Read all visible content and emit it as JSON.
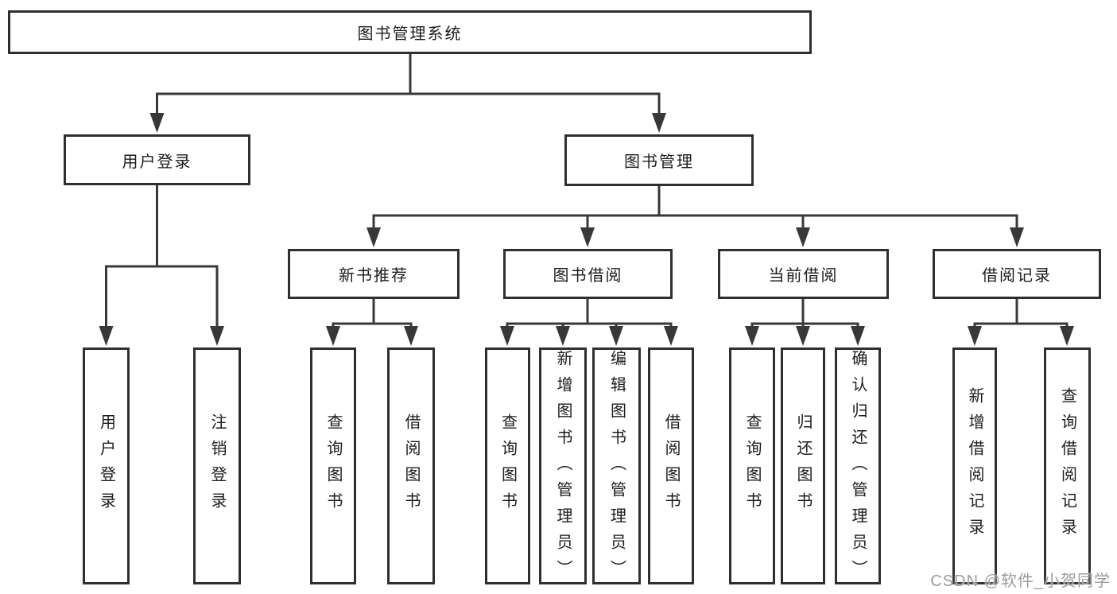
{
  "diagram": {
    "type": "function-structure-tree",
    "title": "图书管理系统",
    "watermark": "CSDN @软件_小贺同学"
  },
  "tree": {
    "label": "图书管理系统",
    "children": [
      {
        "label": "用户登录",
        "children": [
          {
            "label": "用户登录"
          },
          {
            "label": "注销登录"
          }
        ]
      },
      {
        "label": "图书管理",
        "children": [
          {
            "label": "新书推荐",
            "children": [
              {
                "label": "查询图书"
              },
              {
                "label": "借阅图书"
              }
            ]
          },
          {
            "label": "图书借阅",
            "children": [
              {
                "label": "查询图书"
              },
              {
                "label": "新增图书（管理员）"
              },
              {
                "label": "编辑图书（管理员）"
              },
              {
                "label": "借阅图书"
              }
            ]
          },
          {
            "label": "当前借阅",
            "children": [
              {
                "label": "查询图书"
              },
              {
                "label": "归还图书"
              },
              {
                "label": "确认归还（管理员）"
              }
            ]
          },
          {
            "label": "借阅记录",
            "children": [
              {
                "label": "新增借阅记录"
              },
              {
                "label": "查询借阅记录"
              }
            ]
          }
        ]
      }
    ]
  },
  "colors": {
    "line": "#383838",
    "border": "#2f2f2f",
    "text": "#1c1c1c",
    "watermark": "#9c9c9c",
    "background": "#ffffff"
  }
}
